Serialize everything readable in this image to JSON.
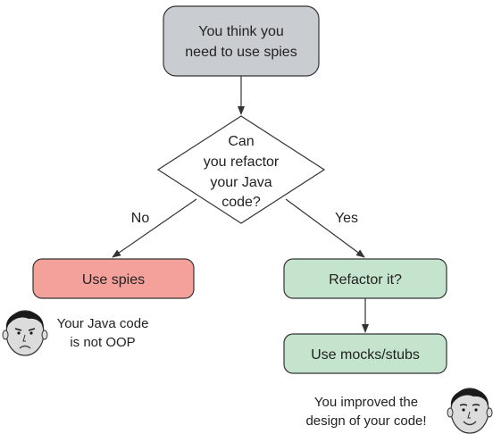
{
  "nodes": {
    "start": {
      "line1": "You think you",
      "line2": "need to use spies",
      "fill": "#c9cdd1"
    },
    "decision": {
      "line1": "Can",
      "line2": "you refactor",
      "line3": "your Java",
      "line4": "code?",
      "fill": "#ffffff"
    },
    "use_spies": {
      "label": "Use spies",
      "fill": "#f4a19b"
    },
    "refactor_it": {
      "label": "Refactor it?",
      "fill": "#c5e4cd"
    },
    "use_mocks": {
      "label": "Use mocks/stubs",
      "fill": "#c5e4cd"
    }
  },
  "edges": {
    "no_label": "No",
    "yes_label": "Yes"
  },
  "captions": {
    "sad": {
      "line1": "Your Java code",
      "line2": "is not OOP"
    },
    "happy": {
      "line1": "You improved the",
      "line2": "design of your code!"
    }
  },
  "icons": {
    "sad_face": "sad-face-icon",
    "happy_face": "happy-face-icon"
  },
  "colors": {
    "stroke": "#333333",
    "skin": "#dcdcdc",
    "hair": "#1a1a1a"
  }
}
